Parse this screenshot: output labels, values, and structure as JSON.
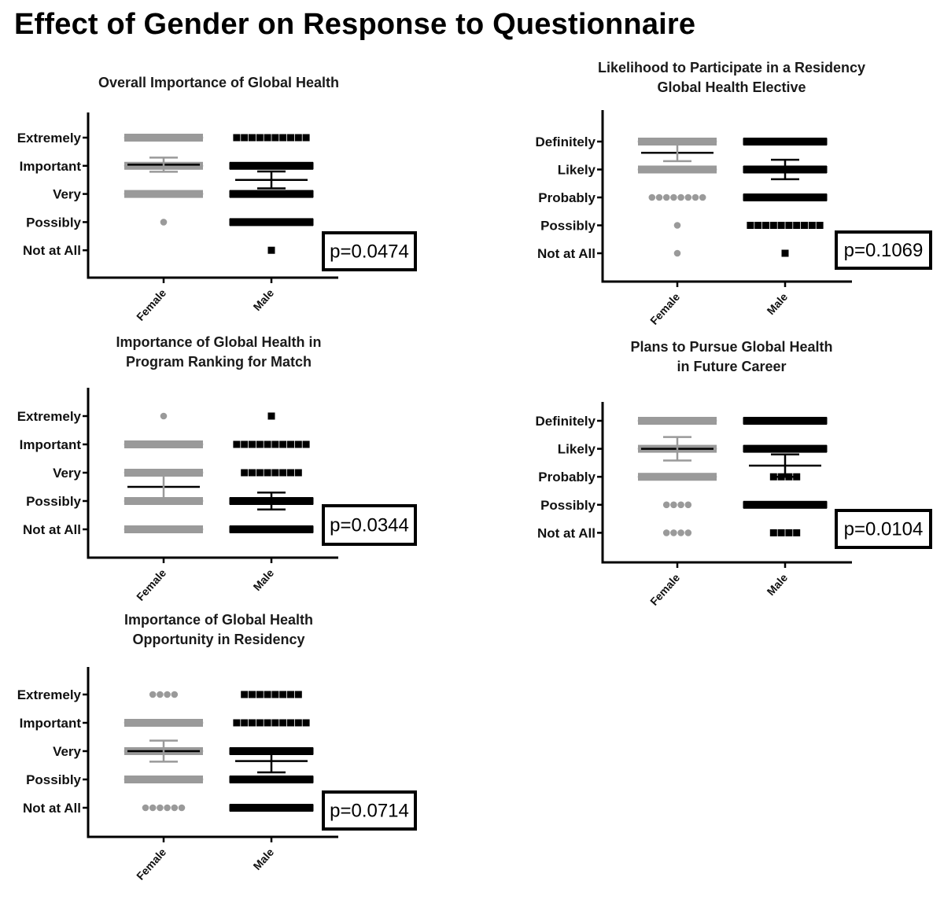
{
  "title": "Effect of Gender on Response to Questionnaire",
  "colors": {
    "female": "#9a9a9a",
    "male": "#000000"
  },
  "chart_data": [
    {
      "type": "scatter",
      "title": [
        "Overall Importance of Global Health"
      ],
      "categories": [
        "Female",
        "Male"
      ],
      "levels": [
        "Extremely",
        "Important",
        "Very",
        "Possibly",
        "Not at All"
      ],
      "p_value": "p=0.0474",
      "series": [
        {
          "name": "Female",
          "mean": 3.04,
          "err": 0.25,
          "counts": [
            15,
            22,
            20,
            1,
            0
          ]
        },
        {
          "name": "Male",
          "mean": 2.5,
          "err": 0.3,
          "counts": [
            10,
            40,
            30,
            14,
            1
          ]
        }
      ]
    },
    {
      "type": "scatter",
      "title": [
        "Likelihood to Participate in a Residency",
        "Global Health Elective"
      ],
      "categories": [
        "Female",
        "Male"
      ],
      "levels": [
        "Definitely",
        "Likely",
        "Probably",
        "Possibly",
        "Not at All"
      ],
      "p_value": "p=0.1069",
      "series": [
        {
          "name": "Female",
          "mean": 3.6,
          "err": 0.3,
          "counts": [
            30,
            20,
            8,
            1,
            1
          ]
        },
        {
          "name": "Male",
          "mean": 3.0,
          "err": 0.35,
          "counts": [
            40,
            45,
            16,
            10,
            1
          ]
        }
      ]
    },
    {
      "type": "scatter",
      "title": [
        "Importance of Global Health in",
        "Program Ranking for Match"
      ],
      "categories": [
        "Female",
        "Male"
      ],
      "levels": [
        "Extremely",
        "Important",
        "Very",
        "Possibly",
        "Not at All"
      ],
      "p_value": "p=0.0344",
      "series": [
        {
          "name": "Female",
          "mean": 1.5,
          "err": 0.5,
          "counts": [
            1,
            15,
            30,
            30,
            15
          ]
        },
        {
          "name": "Male",
          "mean": 1.0,
          "err": 0.3,
          "counts": [
            1,
            10,
            8,
            40,
            35
          ]
        }
      ]
    },
    {
      "type": "scatter",
      "title": [
        "Plans to Pursue Global Health",
        "in Future Career"
      ],
      "categories": [
        "Female",
        "Male"
      ],
      "levels": [
        "Definitely",
        "Likely",
        "Probably",
        "Possibly",
        "Not at All"
      ],
      "p_value": "p=0.0104",
      "series": [
        {
          "name": "Female",
          "mean": 3.0,
          "err": 0.42,
          "counts": [
            30,
            30,
            12,
            4,
            4
          ]
        },
        {
          "name": "Male",
          "mean": 2.4,
          "err": 0.4,
          "counts": [
            40,
            40,
            4,
            40,
            4
          ]
        }
      ]
    },
    {
      "type": "scatter",
      "title": [
        "Importance of Global Health",
        "Opportunity in Residency"
      ],
      "categories": [
        "Female",
        "Male"
      ],
      "levels": [
        "Extremely",
        "Important",
        "Very",
        "Possibly",
        "Not at All"
      ],
      "p_value": "p=0.0714",
      "series": [
        {
          "name": "Female",
          "mean": 2.0,
          "err": 0.37,
          "counts": [
            4,
            30,
            35,
            30,
            6
          ]
        },
        {
          "name": "Male",
          "mean": 1.65,
          "err": 0.4,
          "counts": [
            8,
            10,
            40,
            40,
            16
          ]
        }
      ]
    }
  ]
}
